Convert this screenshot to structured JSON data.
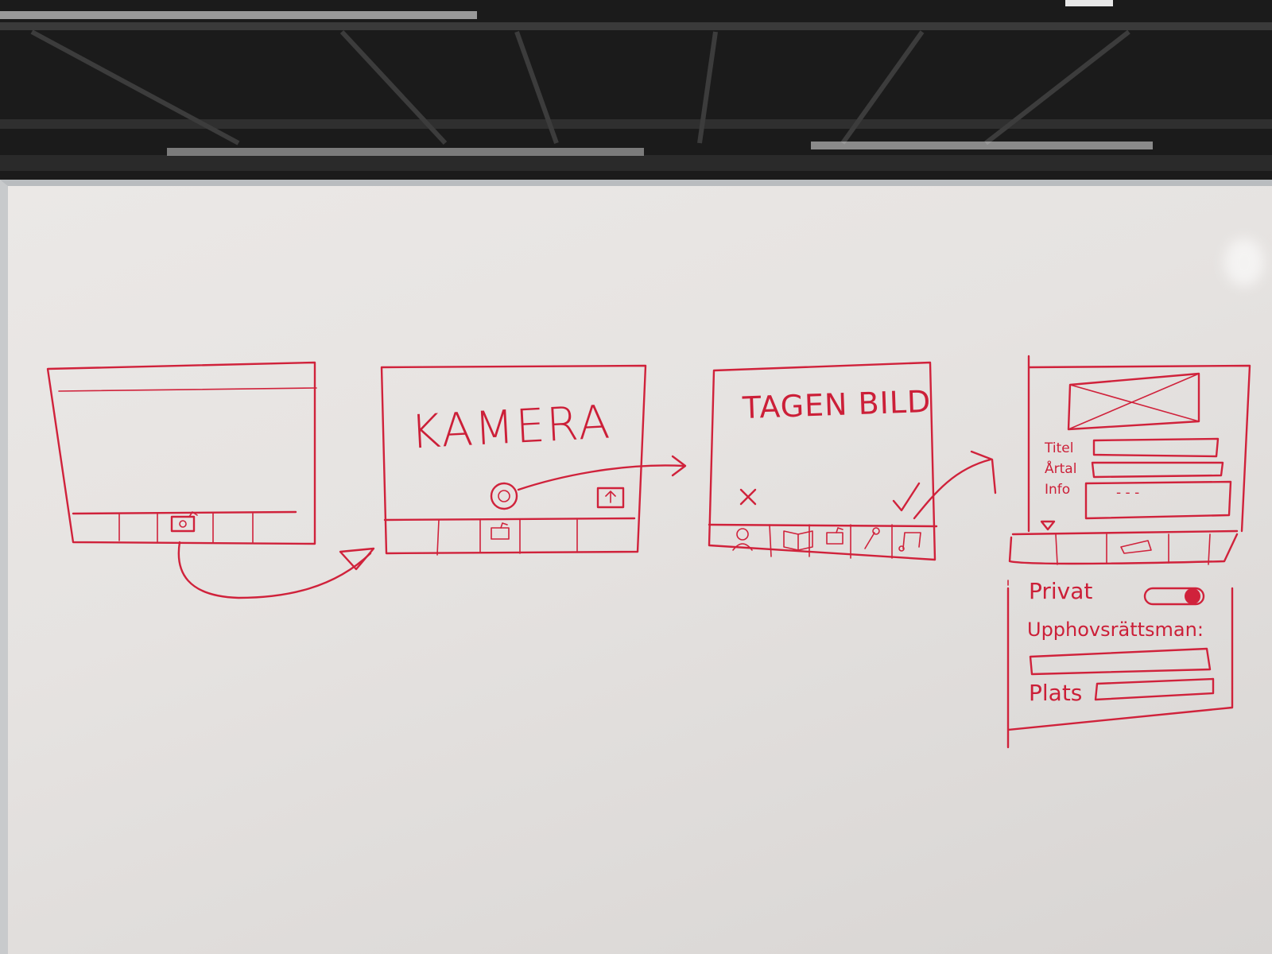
{
  "colors": {
    "marker_red": "#d0223b",
    "board": "#e6e3e1",
    "ceiling": "#1f1f1f"
  },
  "sketches": {
    "screen1": {},
    "screen2": {
      "heading": "KAMERA"
    },
    "screen3": {
      "heading": "TAGEN BILD"
    },
    "screen4": {
      "fields": {
        "titel": "Titel",
        "artal": "Årtal",
        "info": "Info",
        "info_placeholder": "- - -"
      },
      "extra": {
        "privat": "Privat",
        "upphov": "Upphovsrättsman:",
        "plats": "Plats"
      }
    }
  },
  "icons": [
    "camera-icon",
    "shutter-icon",
    "upload-icon",
    "cancel-icon",
    "confirm-icon",
    "person-icon",
    "book-icon",
    "microphone-icon",
    "music-icon",
    "toggle-switch"
  ]
}
